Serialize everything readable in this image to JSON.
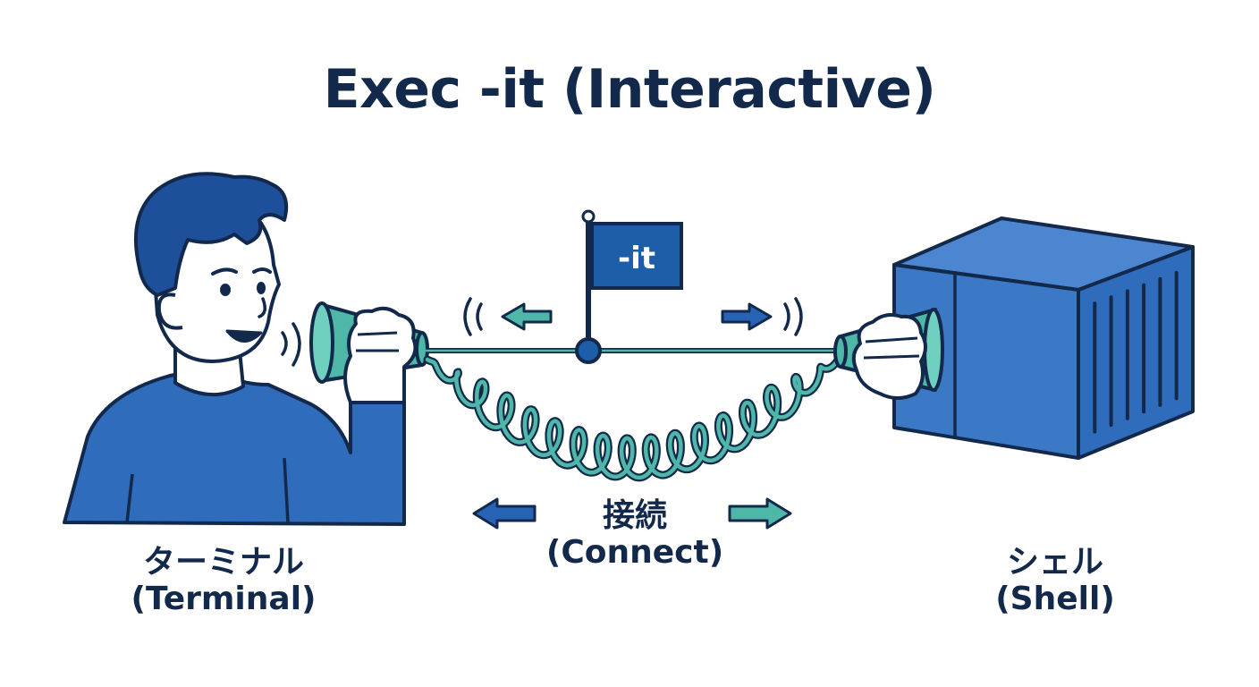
{
  "title": "Exec -it (Interactive)",
  "flag": {
    "label": "-it"
  },
  "terminal": {
    "label_ja": "ターミナル",
    "label_en": "(Terminal)"
  },
  "connect": {
    "label_ja": "接続",
    "label_en": "(Connect)"
  },
  "shell": {
    "label_ja": "シェル",
    "label_en": "(Shell)"
  },
  "colors": {
    "navy": "#13294b",
    "blue": "#2f6cbc",
    "blue_dark": "#1d4f9a",
    "teal": "#4fb7a7",
    "skin": "#ffffff",
    "arrow_blue": "#2763b5",
    "arrow_teal": "#4fb7a7"
  }
}
